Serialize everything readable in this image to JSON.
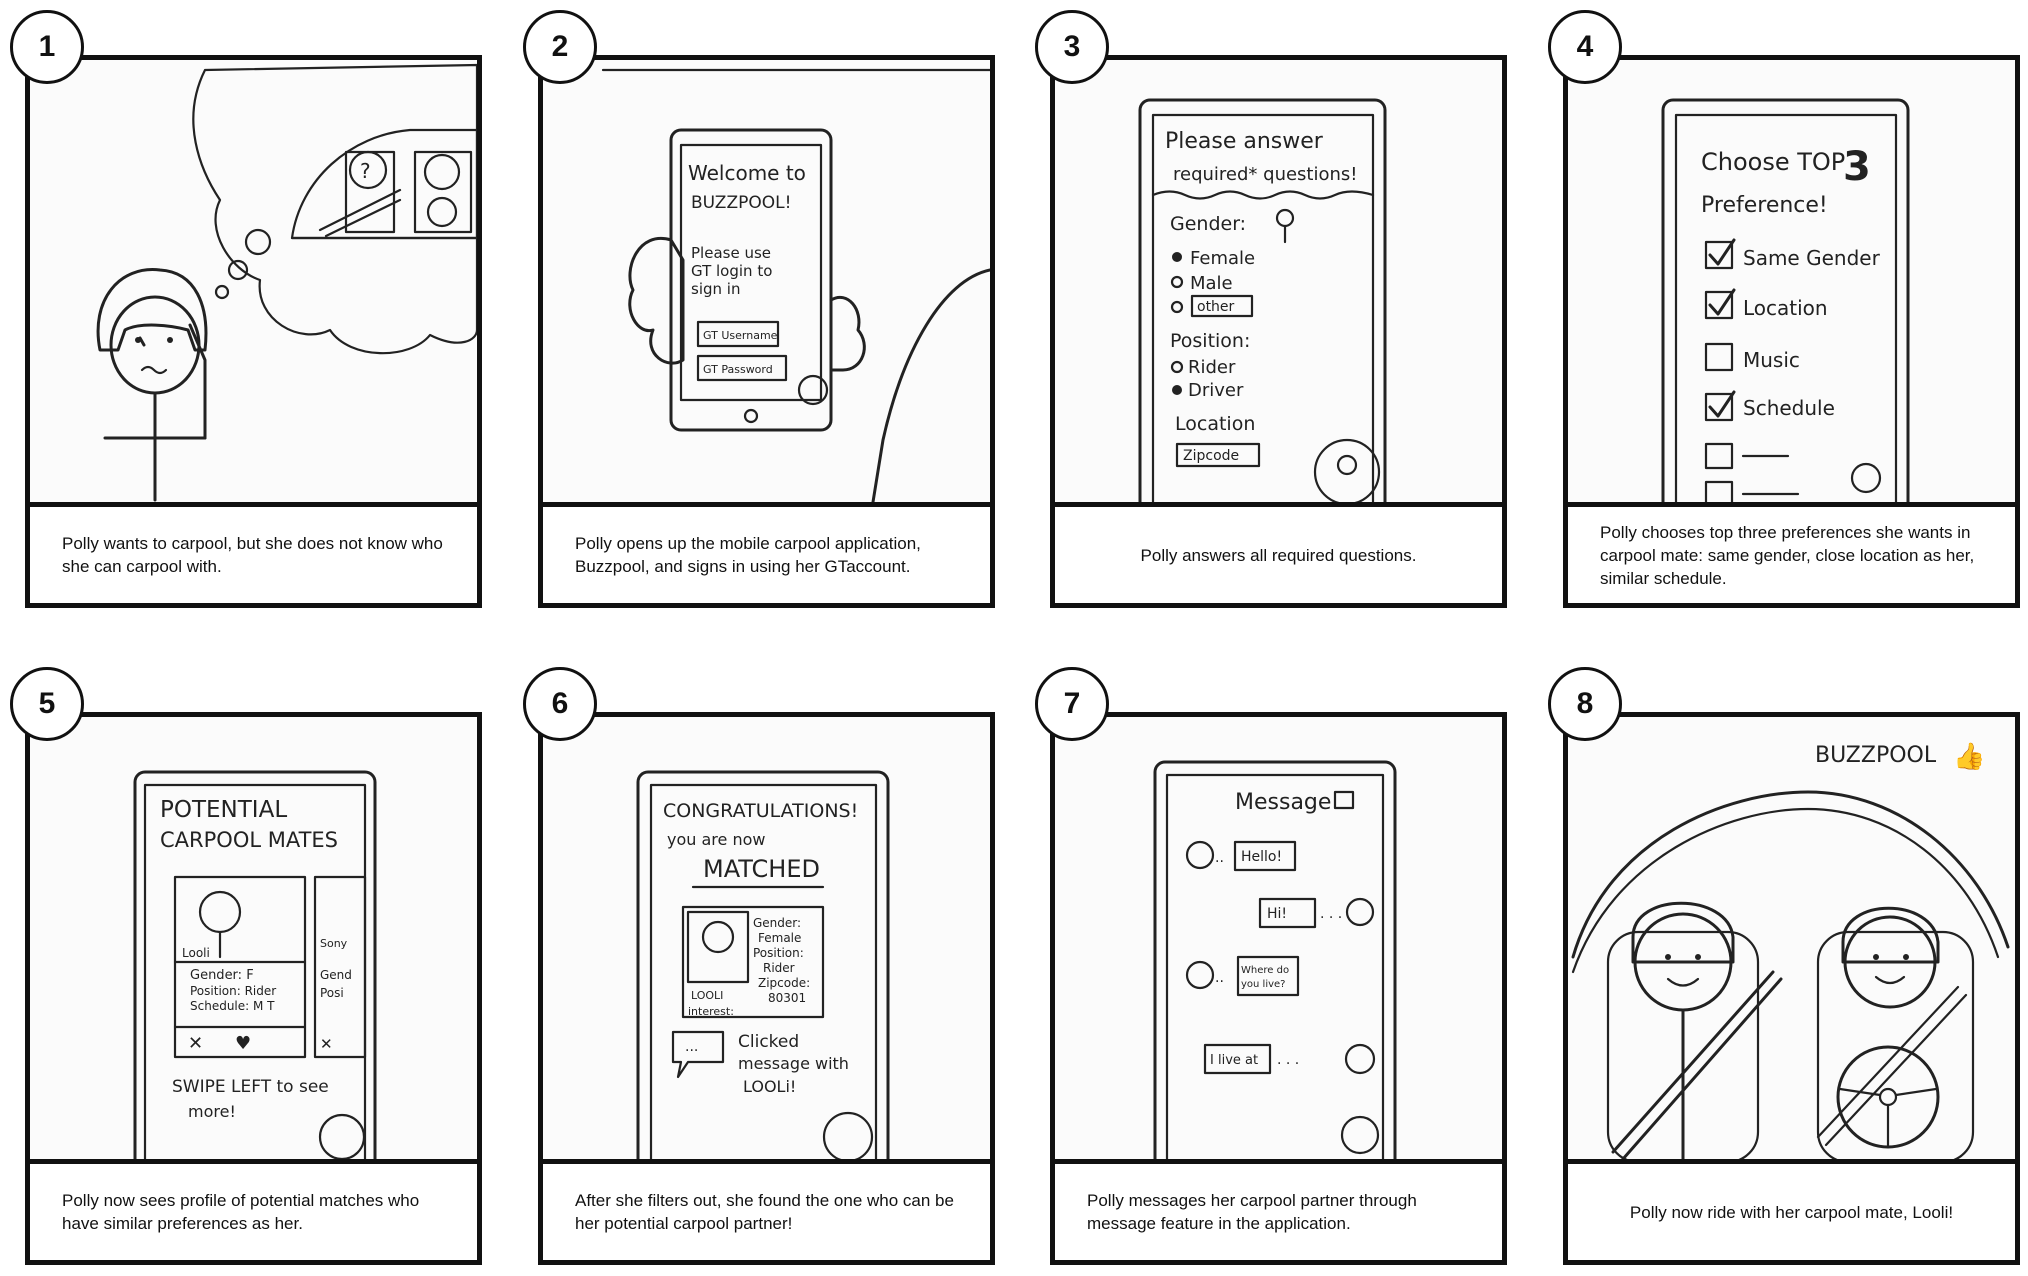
{
  "panels": [
    {
      "number": "1",
      "caption": "Polly wants to carpool, but she does not know who she can carpool with."
    },
    {
      "number": "2",
      "caption": "Polly opens up the mobile carpool application, Buzzpool, and signs in using her GTaccount.",
      "sketch": {
        "title_1": "Welcome to",
        "title_2": "BUZZPOOL!",
        "line_1": "Please use",
        "line_2": "GT login to",
        "line_3": "sign in",
        "field_1": "GT Username",
        "field_2": "GT Password"
      }
    },
    {
      "number": "3",
      "caption": "Polly answers all required questions.",
      "sketch": {
        "title_1": "Please answer",
        "title_2": "required* questions!",
        "gender_label": "Gender:",
        "opt_female": "Female",
        "opt_male": "Male",
        "opt_other": "other",
        "position_label": "Position:",
        "opt_rider": "Rider",
        "opt_driver": "Driver",
        "location_label": "Location",
        "zipcode": "Zipcode"
      }
    },
    {
      "number": "4",
      "caption": "Polly chooses top three preferences she wants in carpool mate: same gender, close location as her, similar schedule.",
      "sketch": {
        "title_1": "Choose TOP",
        "title_num": "3",
        "title_2": "Preference!",
        "pref_1": "Same Gender",
        "pref_2": "Location",
        "pref_3": "Music",
        "pref_4": "Schedule"
      }
    },
    {
      "number": "5",
      "caption": "Polly now sees profile of potential matches who have similar preferences as her.",
      "sketch": {
        "title_1": "POTENTIAL",
        "title_2": "CARPOOL MATES",
        "card_name": "Looli",
        "card_name_2": "Sony",
        "info_1": "Gender: F",
        "info_2": "Position: Rider",
        "info_3": "Schedule: M T",
        "info_b1": "Gend",
        "info_b2": "Posi",
        "swipe_1": "SWIPE LEFT to see",
        "swipe_2": "more!"
      }
    },
    {
      "number": "6",
      "caption": "After she filters out, she found the one who can be her potential carpool partner!",
      "sketch": {
        "title_1": "CONGRATULATIONS!",
        "title_2": "you are now",
        "title_3": "MATCHED",
        "card_name": "LOOLI",
        "interest": "interest:",
        "info_1": "Gender:",
        "info_2": "Female",
        "info_3": "Position:",
        "info_4": "Rider",
        "info_5": "Zipcode:",
        "info_6": "80301",
        "clicked_1": "Clicked",
        "clicked_2": "message with",
        "clicked_3": "LOOLi!"
      }
    },
    {
      "number": "7",
      "caption": "Polly messages her carpool partner through message feature in the application.",
      "sketch": {
        "title": "Message",
        "msg_1": "Hello!",
        "msg_2": "Hi!",
        "msg_3a": "Where do",
        "msg_3b": "you live?",
        "msg_4": "I live at"
      }
    },
    {
      "number": "8",
      "caption": "Polly now ride with her carpool mate, Looli!",
      "sketch": {
        "brand": "BUZZPOOL"
      }
    }
  ]
}
